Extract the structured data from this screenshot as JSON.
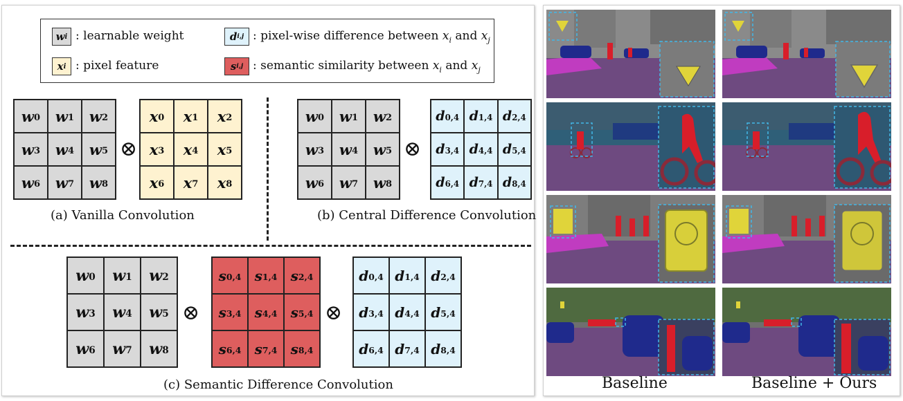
{
  "legend": {
    "w_symbol": "w",
    "w_sub": "i",
    "w_text": ": learnable weight",
    "x_symbol": "x",
    "x_sub": "i",
    "x_text": ": pixel feature",
    "d_symbol": "d",
    "d_sub": "i,j",
    "d_text_pre": ": pixel-wise difference between ",
    "s_symbol": "s",
    "s_sub": "i,j",
    "s_text_pre": ": semantic similarity between ",
    "xi": "x",
    "xi_sub": "i",
    "and": " and ",
    "xj": "x",
    "xj_sub": "j"
  },
  "captions": {
    "a": "(a) Vanilla Convolution",
    "b": "(b) Central Difference Convolution",
    "c": "(c) Semantic Difference Convolution"
  },
  "operator": "⊗",
  "grids": {
    "w": [
      [
        "w",
        "0"
      ],
      [
        "w",
        "1"
      ],
      [
        "w",
        "2"
      ],
      [
        "w",
        "3"
      ],
      [
        "w",
        "4"
      ],
      [
        "w",
        "5"
      ],
      [
        "w",
        "6"
      ],
      [
        "w",
        "7"
      ],
      [
        "w",
        "8"
      ]
    ],
    "x": [
      [
        "x",
        "0"
      ],
      [
        "x",
        "1"
      ],
      [
        "x",
        "2"
      ],
      [
        "x",
        "3"
      ],
      [
        "x",
        "4"
      ],
      [
        "x",
        "5"
      ],
      [
        "x",
        "6"
      ],
      [
        "x",
        "7"
      ],
      [
        "x",
        "8"
      ]
    ],
    "d": [
      [
        "d",
        "0,4"
      ],
      [
        "d",
        "1,4"
      ],
      [
        "d",
        "2,4"
      ],
      [
        "d",
        "3,4"
      ],
      [
        "d",
        "4,4"
      ],
      [
        "d",
        "5,4"
      ],
      [
        "d",
        "6,4"
      ],
      [
        "d",
        "7,4"
      ],
      [
        "d",
        "8,4"
      ]
    ],
    "s": [
      [
        "s",
        "0,4"
      ],
      [
        "s",
        "1,4"
      ],
      [
        "s",
        "2,4"
      ],
      [
        "s",
        "3,4"
      ],
      [
        "s",
        "4,4"
      ],
      [
        "s",
        "5,4"
      ],
      [
        "s",
        "6,4"
      ],
      [
        "s",
        "7,4"
      ],
      [
        "s",
        "8,4"
      ]
    ]
  },
  "columns": {
    "baseline": "Baseline",
    "ours": "Baseline + Ours"
  },
  "colors": {
    "weight": "#d9d9d9",
    "pixel": "#fef2d0",
    "difference": "#dff2fb",
    "similarity": "#de5e5e",
    "road": "#6e4a80",
    "person": "#d81e2a",
    "car": "#1f2a8c",
    "sign": "#e0d43a",
    "sidewalk": "#c03cc0",
    "building": "#6f6f6f",
    "vegetation": "#3f6b2e",
    "sky": "#4d86b8",
    "zoom_box": "#42b8e8"
  }
}
